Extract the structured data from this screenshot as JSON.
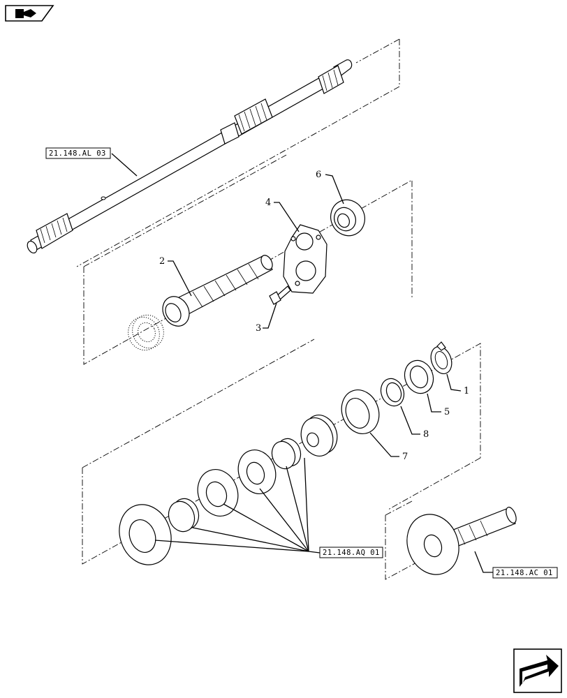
{
  "callouts": [
    {
      "id": "c1",
      "label": "1"
    },
    {
      "id": "c2",
      "label": "2"
    },
    {
      "id": "c3",
      "label": "3"
    },
    {
      "id": "c4",
      "label": "4"
    },
    {
      "id": "c5",
      "label": "5"
    },
    {
      "id": "c6",
      "label": "6"
    },
    {
      "id": "c7",
      "label": "7"
    },
    {
      "id": "c8",
      "label": "8"
    }
  ],
  "references": {
    "shaft_ref": "21.148.AL 03",
    "gears_ref": "21.148.AQ 01",
    "output_ref": "21.148.AC 01"
  },
  "icons": {
    "top_left": "book-arrow-icon",
    "bottom_right": "next-page-arrow-icon"
  }
}
